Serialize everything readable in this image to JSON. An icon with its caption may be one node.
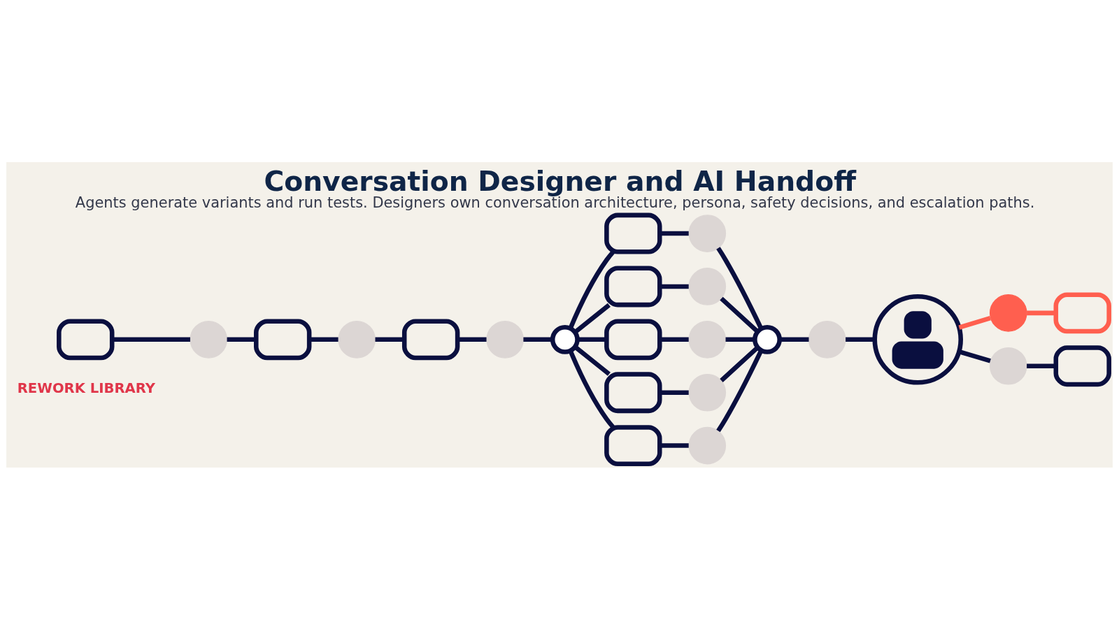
{
  "diagram": {
    "title": "Conversation Designer and AI Handoff",
    "caption": "Agents generate variants and run tests. Designers own conversation architecture, persona, safety decisions, and escalation paths.",
    "nodes": [
      {
        "text": [],
        "shape": "bubble"
      },
      {
        "text": [],
        "shape": "circle"
      },
      {
        "text": [],
        "shape": "bubble"
      },
      {
        "text": [],
        "shape": "circle"
      },
      {
        "text": [],
        "shape": "bubble"
      },
      {
        "text": [],
        "shape": "circle"
      },
      {
        "text": [],
        "shape": "circle"
      },
      {
        "text": [],
        "shape": "bubble"
      },
      {
        "text": [],
        "shape": "circle"
      },
      {
        "text": [],
        "shape": "bubble"
      },
      {
        "text": [],
        "shape": "circle"
      },
      {
        "text": [],
        "shape": "bubble"
      },
      {
        "text": [],
        "shape": "circle"
      },
      {
        "text": [],
        "shape": "bubble"
      },
      {
        "text": [],
        "shape": "circle"
      },
      {
        "text": [],
        "shape": "bubble"
      },
      {
        "text": [],
        "shape": "circle"
      },
      {
        "text": [],
        "shape": "circle"
      },
      {
        "text": [],
        "shape": "circle"
      },
      {
        "text": [],
        "shape": "person"
      },
      {
        "text": [],
        "shape": "circle"
      },
      {
        "text": [],
        "shape": "bubble"
      },
      {
        "text": [],
        "shape": "circle"
      },
      {
        "text": [],
        "shape": "bubble"
      }
    ],
    "edges": [
      {
        "from": 0,
        "to": 1,
        "arrow": "none"
      },
      {
        "from": 1,
        "to": 2,
        "arrow": "none"
      },
      {
        "from": 2,
        "to": 3,
        "arrow": "none"
      },
      {
        "from": 3,
        "to": 4,
        "arrow": "none"
      },
      {
        "from": 4,
        "to": 5,
        "arrow": "none"
      },
      {
        "from": 5,
        "to": 6,
        "arrow": "none"
      },
      {
        "from": 6,
        "to": 7,
        "arrow": "none"
      },
      {
        "from": 6,
        "to": 9,
        "arrow": "none"
      },
      {
        "from": 6,
        "to": 11,
        "arrow": "none"
      },
      {
        "from": 6,
        "to": 13,
        "arrow": "none"
      },
      {
        "from": 6,
        "to": 15,
        "arrow": "none"
      },
      {
        "from": 7,
        "to": 8,
        "arrow": "none"
      },
      {
        "from": 9,
        "to": 10,
        "arrow": "none"
      },
      {
        "from": 11,
        "to": 12,
        "arrow": "none"
      },
      {
        "from": 13,
        "to": 14,
        "arrow": "none"
      },
      {
        "from": 15,
        "to": 16,
        "arrow": "none"
      },
      {
        "from": 8,
        "to": 17,
        "arrow": "none"
      },
      {
        "from": 10,
        "to": 17,
        "arrow": "none"
      },
      {
        "from": 12,
        "to": 17,
        "arrow": "none"
      },
      {
        "from": 14,
        "to": 17,
        "arrow": "none"
      },
      {
        "from": 16,
        "to": 17,
        "arrow": "none"
      },
      {
        "from": 17,
        "to": 18,
        "arrow": "none"
      },
      {
        "from": 18,
        "to": 19,
        "arrow": "none"
      },
      {
        "from": 19,
        "to": 20,
        "arrow": "none",
        "color": "#ff5f4f"
      },
      {
        "from": 20,
        "to": 21,
        "arrow": "none",
        "color": "#ff5f4f"
      },
      {
        "from": 19,
        "to": 22,
        "arrow": "none"
      },
      {
        "from": 22,
        "to": 23,
        "arrow": "none"
      }
    ],
    "labels": [
      "REWORK LIBRARY"
    ]
  }
}
